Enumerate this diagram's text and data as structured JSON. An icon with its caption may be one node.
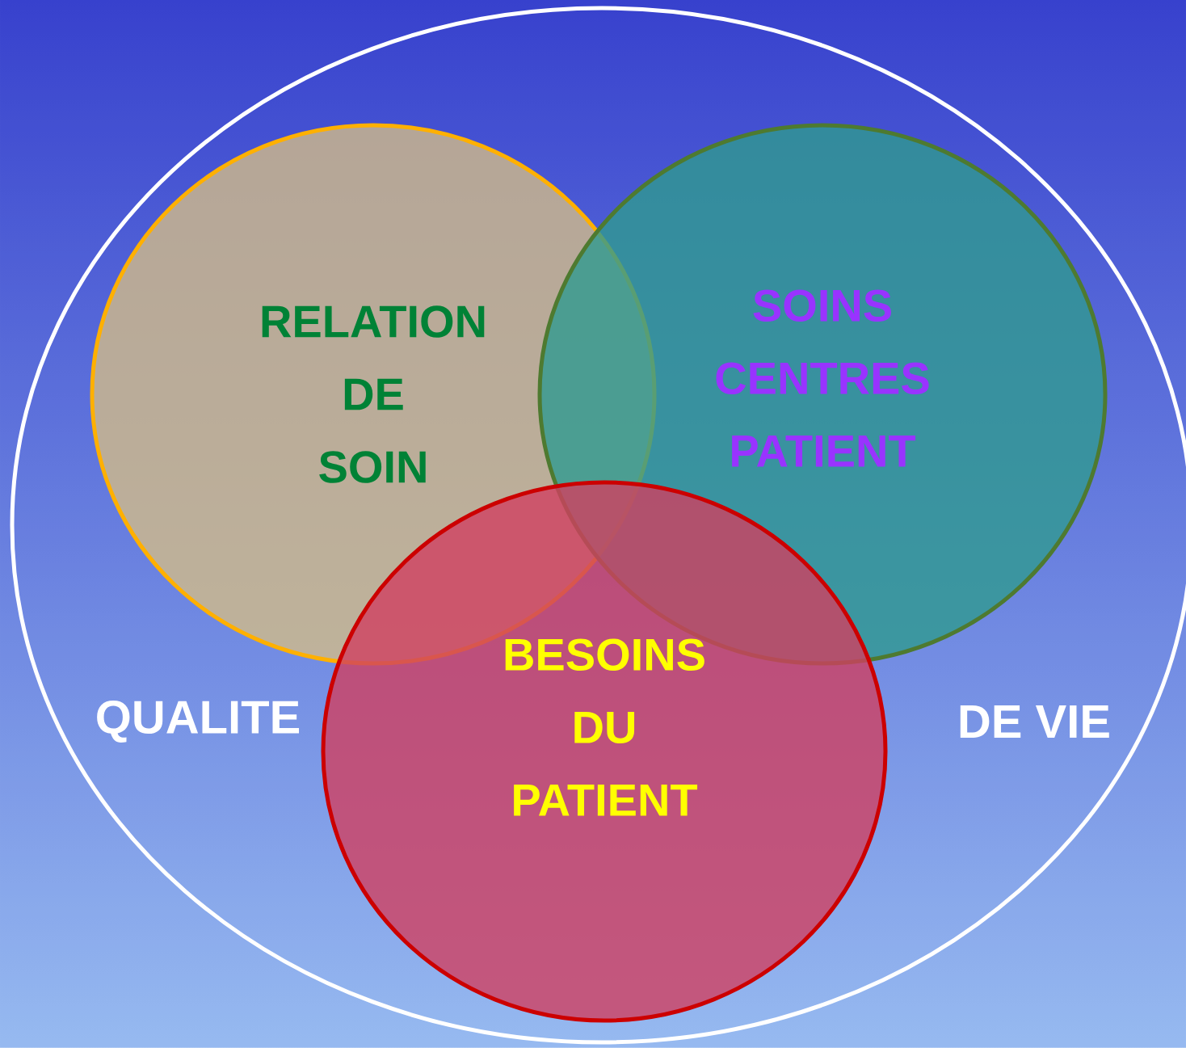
{
  "diagram": {
    "nodes": [
      {
        "text": [
          "QUALITE",
          "DE VIE"
        ]
      },
      {
        "text": [
          "RELATION DE SOIN"
        ],
        "in": 0
      },
      {
        "text": [
          "SOINS CENTRES PATIENT"
        ],
        "in": 0
      },
      {
        "text": [
          "BESOINS DU PATIENT"
        ],
        "in": 0
      }
    ]
  }
}
